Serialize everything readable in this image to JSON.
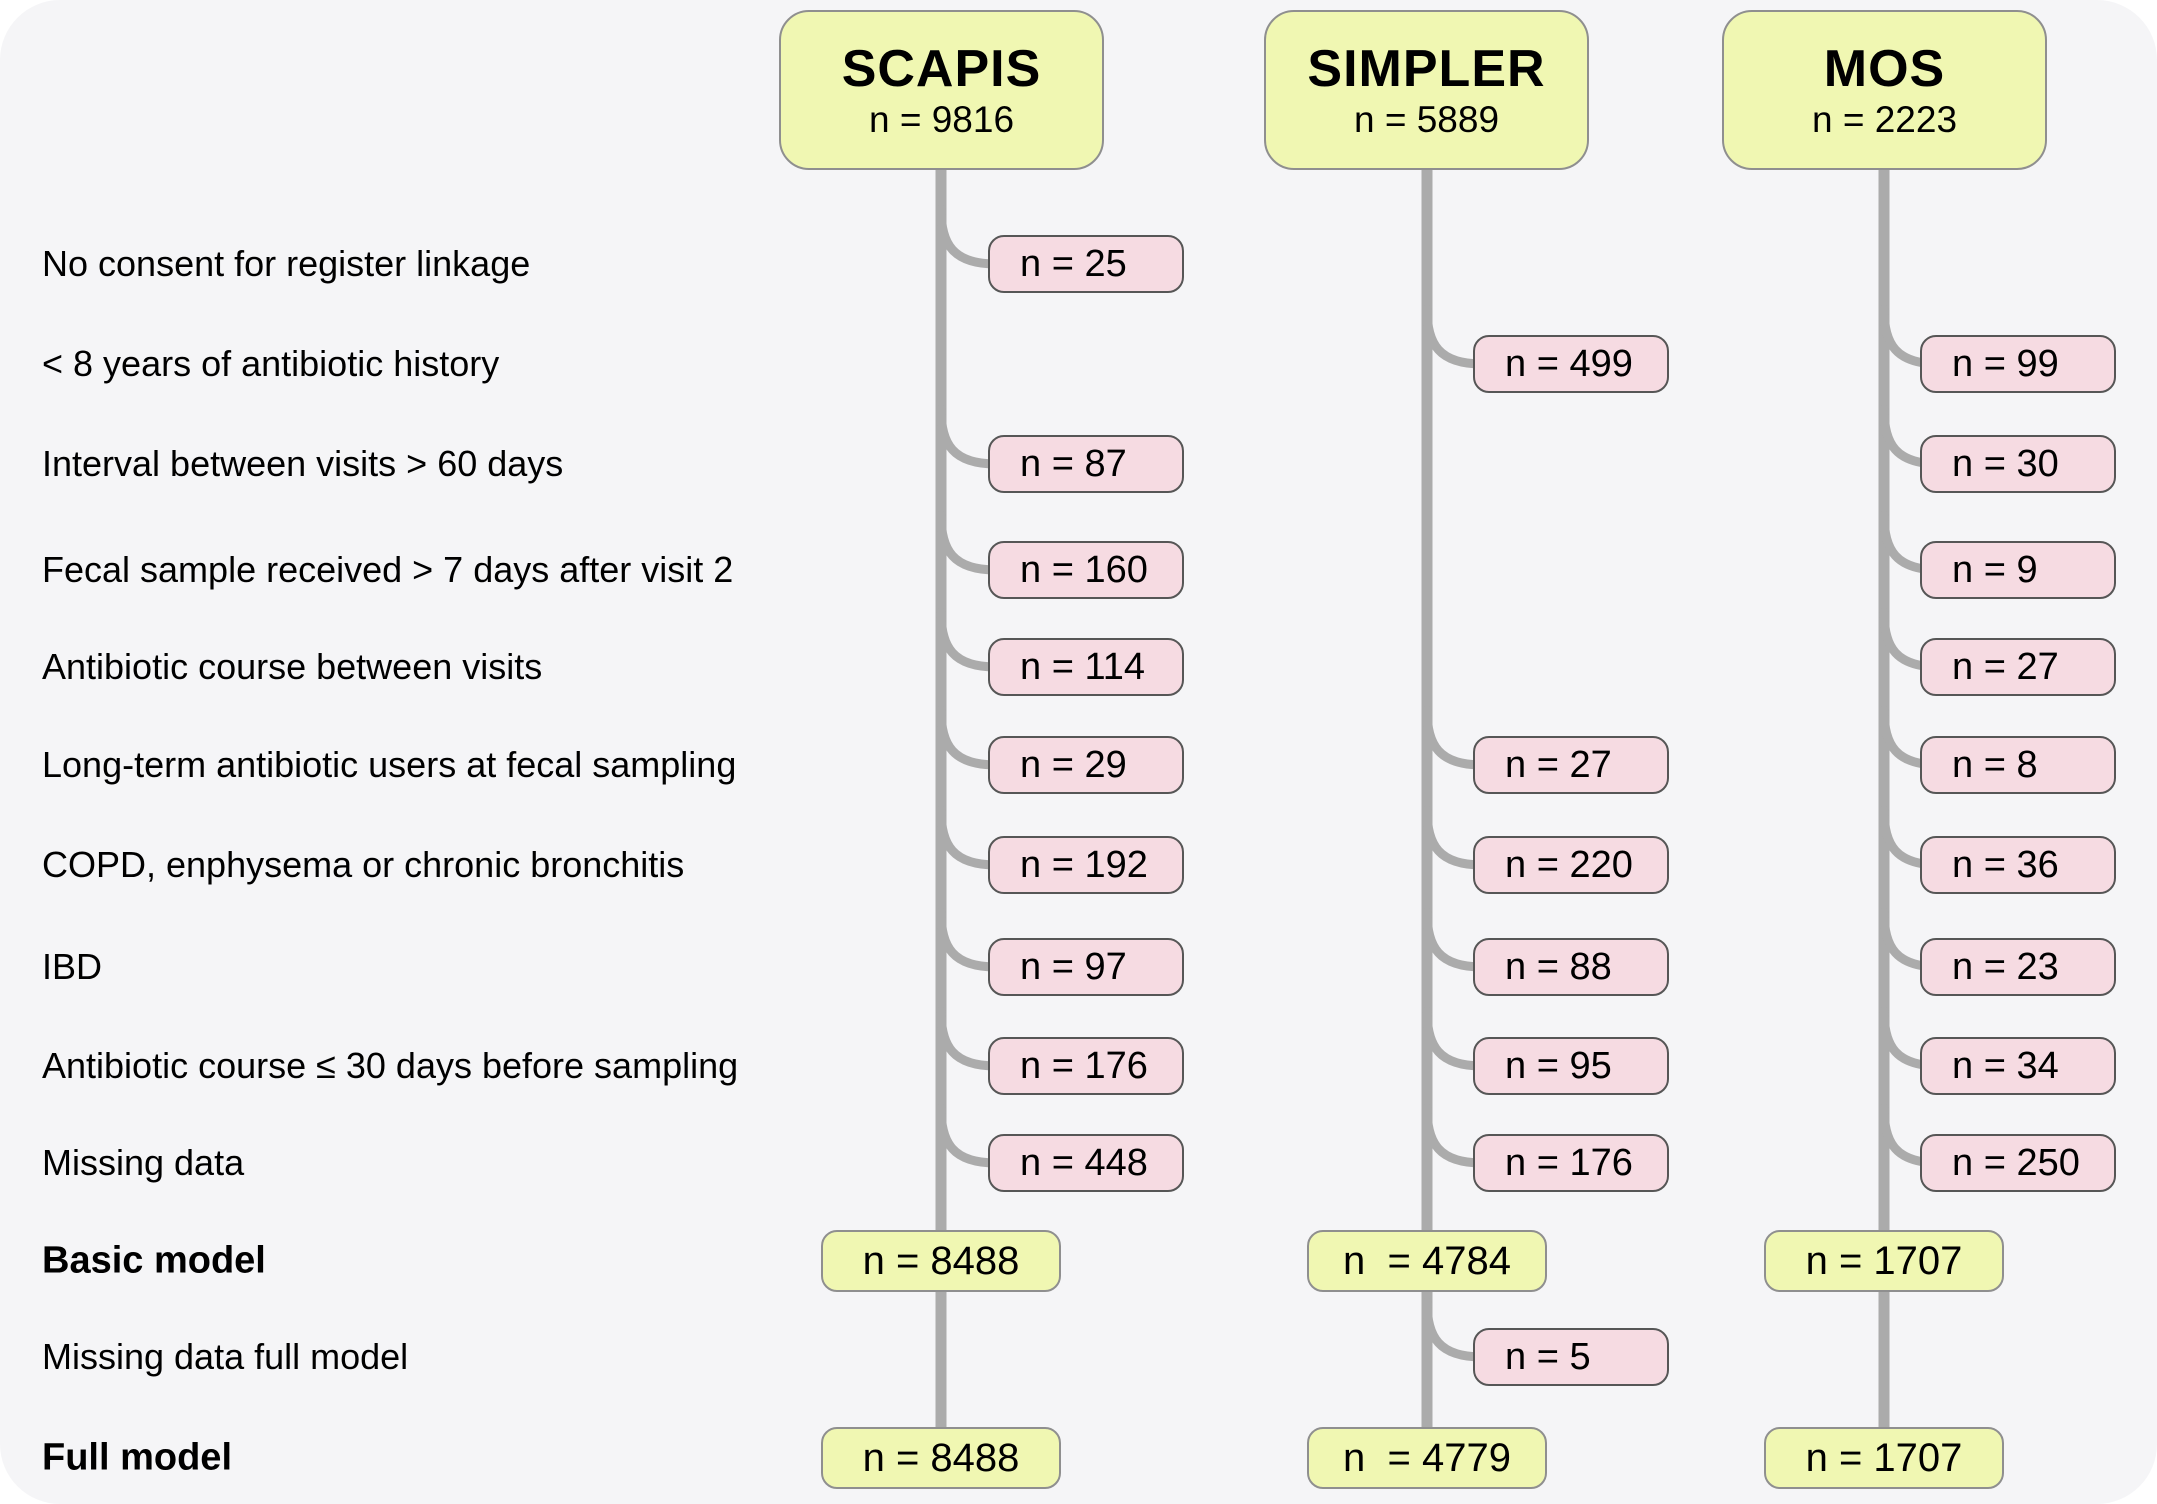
{
  "figure_type": "cohort-exclusion-flowchart",
  "colors": {
    "panel_background": "#f5f5f7",
    "cohort_box_fill": "#f0f7b2",
    "exclusion_box_fill": "#f6dbe2",
    "line_gray": "#ababab"
  },
  "title_boxes": [
    {
      "id": "scapis",
      "title": "SCAPIS",
      "n_label": "n = 9816"
    },
    {
      "id": "simpler",
      "title": "SIMPLER",
      "n_label": "n = 5889"
    },
    {
      "id": "mos",
      "title": "MOS",
      "n_label": "n = 2223"
    }
  ],
  "exclusion_rows": [
    {
      "label": "No consent for register linkage",
      "scapis": "n = 25",
      "simpler": null,
      "mos": null
    },
    {
      "label": "< 8 years of antibiotic history",
      "scapis": null,
      "simpler": "n = 499",
      "mos": "n = 99"
    },
    {
      "label": "Interval between visits > 60 days",
      "scapis": "n = 87",
      "simpler": null,
      "mos": "n = 30"
    },
    {
      "label": "Fecal sample received > 7 days after visit 2",
      "scapis": "n = 160",
      "simpler": null,
      "mos": "n = 9"
    },
    {
      "label": "Antibiotic course between visits",
      "scapis": "n = 114",
      "simpler": null,
      "mos": "n = 27"
    },
    {
      "label": "Long-term antibiotic users at fecal sampling",
      "scapis": "n = 29",
      "simpler": "n = 27",
      "mos": "n = 8"
    },
    {
      "label": "COPD, enphysema or chronic bronchitis",
      "scapis": "n = 192",
      "simpler": "n = 220",
      "mos": "n = 36"
    },
    {
      "label": "IBD",
      "scapis": "n = 97",
      "simpler": "n = 88",
      "mos": "n = 23"
    },
    {
      "label": "Antibiotic course ≤ 30 days before sampling",
      "scapis": "n = 176",
      "simpler": "n = 95",
      "mos": "n = 34"
    },
    {
      "label": "Missing data",
      "scapis": "n = 448",
      "simpler": "n = 176",
      "mos": "n = 250"
    }
  ],
  "model_rows": [
    {
      "label": "Basic model",
      "bold": true,
      "type": "cohort",
      "scapis": "n = 8488",
      "simpler": "n  = 4784",
      "mos": "n = 1707"
    },
    {
      "label": "Missing data full model",
      "bold": false,
      "type": "excluded",
      "scapis": null,
      "simpler": "n = 5",
      "mos": null
    },
    {
      "label": "Full model",
      "bold": true,
      "type": "cohort",
      "scapis": "n = 8488",
      "simpler": "n  = 4779",
      "mos": "n = 1707"
    }
  ]
}
